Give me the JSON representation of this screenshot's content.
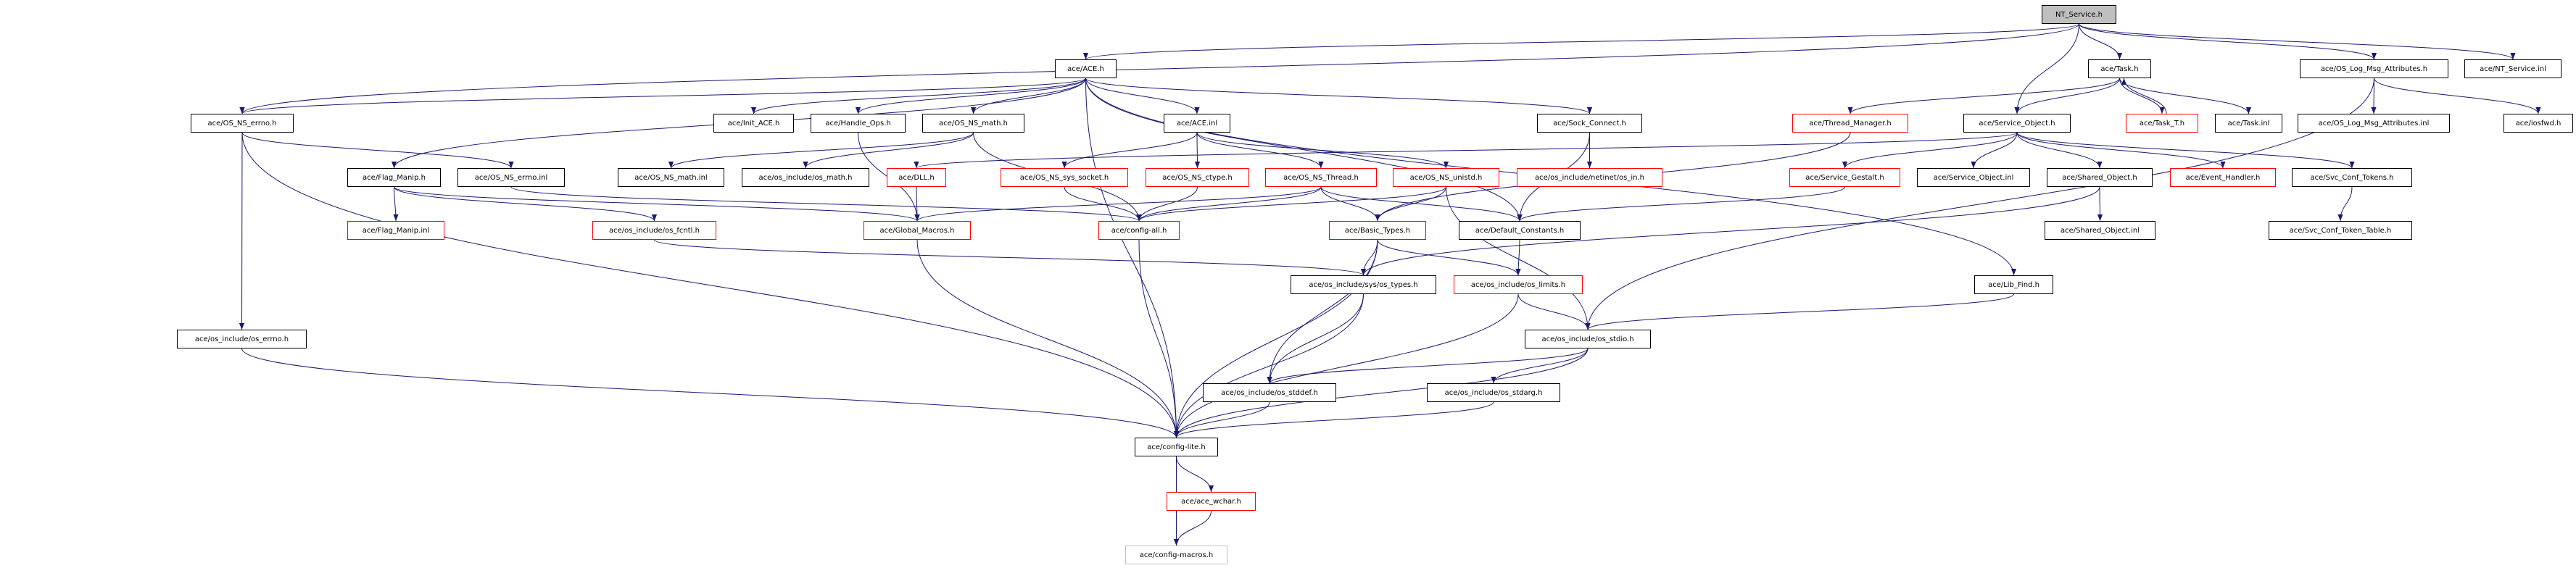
{
  "graph": {
    "edge_color": "#191970",
    "colors": {
      "normal_border": "#000000",
      "truncated_border": "#ff0000",
      "external_border": "#bfbfbf",
      "root_fill": "#bfbfbf"
    },
    "nodes": [
      {
        "id": "nt_service_h",
        "label": "NT_Service.h",
        "style": "root"
      },
      {
        "id": "ace_h",
        "label": "ace/ACE.h",
        "style": "normal"
      },
      {
        "id": "task_h",
        "label": "ace/Task.h",
        "style": "normal"
      },
      {
        "id": "os_log_h",
        "label": "ace/OS_Log_Msg_Attributes.h",
        "style": "normal"
      },
      {
        "id": "nt_service_inl",
        "label": "ace/NT_Service.inl",
        "style": "normal"
      },
      {
        "id": "os_ns_errno_h",
        "label": "ace/OS_NS_errno.h",
        "style": "normal"
      },
      {
        "id": "init_ace_h",
        "label": "ace/Init_ACE.h",
        "style": "normal"
      },
      {
        "id": "handle_ops_h",
        "label": "ace/Handle_Ops.h",
        "style": "normal"
      },
      {
        "id": "os_ns_math_h",
        "label": "ace/OS_NS_math.h",
        "style": "normal"
      },
      {
        "id": "ace_inl",
        "label": "ace/ACE.inl",
        "style": "normal"
      },
      {
        "id": "sock_connect_h",
        "label": "ace/Sock_Connect.h",
        "style": "normal"
      },
      {
        "id": "thread_manager_h",
        "label": "ace/Thread_Manager.h",
        "style": "red"
      },
      {
        "id": "service_object_h",
        "label": "ace/Service_Object.h",
        "style": "normal"
      },
      {
        "id": "task_t_h",
        "label": "ace/Task_T.h",
        "style": "red"
      },
      {
        "id": "task_inl",
        "label": "ace/Task.inl",
        "style": "normal"
      },
      {
        "id": "os_log_inl",
        "label": "ace/OS_Log_Msg_Attributes.inl",
        "style": "normal"
      },
      {
        "id": "iosfwd_h",
        "label": "ace/iosfwd.h",
        "style": "normal"
      },
      {
        "id": "flag_manip_h",
        "label": "ace/Flag_Manip.h",
        "style": "normal"
      },
      {
        "id": "os_ns_errno_inl",
        "label": "ace/OS_NS_errno.inl",
        "style": "normal"
      },
      {
        "id": "os_ns_math_inl",
        "label": "ace/OS_NS_math.inl",
        "style": "normal"
      },
      {
        "id": "os_math_h",
        "label": "ace/os_include/os_math.h",
        "style": "normal"
      },
      {
        "id": "dll_h",
        "label": "ace/DLL.h",
        "style": "red"
      },
      {
        "id": "os_ns_sys_socket_h",
        "label": "ace/OS_NS_sys_socket.h",
        "style": "red"
      },
      {
        "id": "os_ns_ctype_h",
        "label": "ace/OS_NS_ctype.h",
        "style": "red"
      },
      {
        "id": "os_ns_thread_h",
        "label": "ace/OS_NS_Thread.h",
        "style": "red"
      },
      {
        "id": "os_ns_unistd_h",
        "label": "ace/OS_NS_unistd.h",
        "style": "red"
      },
      {
        "id": "os_in_h",
        "label": "ace/os_include/netinet/os_in.h",
        "style": "red"
      },
      {
        "id": "service_gestalt_h",
        "label": "ace/Service_Gestalt.h",
        "style": "red"
      },
      {
        "id": "service_object_inl",
        "label": "ace/Service_Object.inl",
        "style": "normal"
      },
      {
        "id": "shared_object_h",
        "label": "ace/Shared_Object.h",
        "style": "normal"
      },
      {
        "id": "event_handler_h",
        "label": "ace/Event_Handler.h",
        "style": "red"
      },
      {
        "id": "svc_conf_tokens_h",
        "label": "ace/Svc_Conf_Tokens.h",
        "style": "normal"
      },
      {
        "id": "flag_manip_inl",
        "label": "ace/Flag_Manip.inl",
        "style": "red"
      },
      {
        "id": "os_fcntl_h",
        "label": "ace/os_include/os_fcntl.h",
        "style": "red"
      },
      {
        "id": "global_macros_h",
        "label": "ace/Global_Macros.h",
        "style": "red"
      },
      {
        "id": "config_all_h",
        "label": "ace/config-all.h",
        "style": "red"
      },
      {
        "id": "basic_types_h",
        "label": "ace/Basic_Types.h",
        "style": "red"
      },
      {
        "id": "default_constants_h",
        "label": "ace/Default_Constants.h",
        "style": "normal"
      },
      {
        "id": "shared_object_inl",
        "label": "ace/Shared_Object.inl",
        "style": "normal"
      },
      {
        "id": "svc_conf_token_table_h",
        "label": "ace/Svc_Conf_Token_Table.h",
        "style": "normal"
      },
      {
        "id": "os_types_h",
        "label": "ace/os_include/sys/os_types.h",
        "style": "normal"
      },
      {
        "id": "os_limits_h",
        "label": "ace/os_include/os_limits.h",
        "style": "red"
      },
      {
        "id": "lib_find_h",
        "label": "ace/Lib_Find.h",
        "style": "normal"
      },
      {
        "id": "os_errno_h",
        "label": "ace/os_include/os_errno.h",
        "style": "normal"
      },
      {
        "id": "os_stdio_h",
        "label": "ace/os_include/os_stdio.h",
        "style": "normal"
      },
      {
        "id": "os_stddef_h",
        "label": "ace/os_include/os_stddef.h",
        "style": "normal"
      },
      {
        "id": "os_stdarg_h",
        "label": "ace/os_include/os_stdarg.h",
        "style": "normal"
      },
      {
        "id": "config_lite_h",
        "label": "ace/config-lite.h",
        "style": "normal"
      },
      {
        "id": "ace_wchar_h",
        "label": "ace/ace_wchar.h",
        "style": "red"
      },
      {
        "id": "config_macros_h",
        "label": "ace/config-macros.h",
        "style": "gray"
      }
    ],
    "edges": [
      [
        "nt_service_h",
        "ace_h"
      ],
      [
        "nt_service_h",
        "os_ns_errno_h"
      ],
      [
        "nt_service_h",
        "task_h"
      ],
      [
        "nt_service_h",
        "service_object_h"
      ],
      [
        "nt_service_h",
        "os_log_h"
      ],
      [
        "nt_service_h",
        "nt_service_inl"
      ],
      [
        "ace_h",
        "init_ace_h"
      ],
      [
        "ace_h",
        "handle_ops_h"
      ],
      [
        "ace_h",
        "os_ns_math_h"
      ],
      [
        "ace_h",
        "ace_inl"
      ],
      [
        "ace_h",
        "sock_connect_h"
      ],
      [
        "ace_h",
        "flag_manip_h"
      ],
      [
        "ace_h",
        "config_lite_h"
      ],
      [
        "ace_h",
        "default_constants_h"
      ],
      [
        "ace_h",
        "lib_find_h"
      ],
      [
        "ace_h",
        "os_ns_errno_h"
      ],
      [
        "os_ns_errno_h",
        "os_ns_errno_inl"
      ],
      [
        "os_ns_errno_h",
        "os_errno_h"
      ],
      [
        "os_ns_errno_h",
        "config_lite_h"
      ],
      [
        "flag_manip_h",
        "flag_manip_inl"
      ],
      [
        "flag_manip_h",
        "os_fcntl_h"
      ],
      [
        "flag_manip_h",
        "global_macros_h"
      ],
      [
        "os_ns_errno_inl",
        "config_all_h"
      ],
      [
        "handle_ops_h",
        "global_macros_h"
      ],
      [
        "os_ns_math_h",
        "os_ns_math_inl"
      ],
      [
        "os_ns_math_h",
        "os_math_h"
      ],
      [
        "os_ns_math_h",
        "config_all_h"
      ],
      [
        "ace_inl",
        "os_ns_sys_socket_h"
      ],
      [
        "ace_inl",
        "os_ns_ctype_h"
      ],
      [
        "ace_inl",
        "os_ns_thread_h"
      ],
      [
        "ace_inl",
        "os_ns_unistd_h"
      ],
      [
        "sock_connect_h",
        "os_in_h"
      ],
      [
        "sock_connect_h",
        "default_constants_h"
      ],
      [
        "dll_h",
        "global_macros_h"
      ],
      [
        "os_ns_sys_socket_h",
        "config_all_h"
      ],
      [
        "os_ns_ctype_h",
        "config_all_h"
      ],
      [
        "os_ns_thread_h",
        "global_macros_h"
      ],
      [
        "os_ns_thread_h",
        "config_all_h"
      ],
      [
        "os_ns_thread_h",
        "basic_types_h"
      ],
      [
        "os_ns_thread_h",
        "default_constants_h"
      ],
      [
        "os_ns_unistd_h",
        "config_all_h"
      ],
      [
        "os_ns_unistd_h",
        "basic_types_h"
      ],
      [
        "os_ns_unistd_h",
        "os_stdio_h"
      ],
      [
        "os_fcntl_h",
        "os_types_h"
      ],
      [
        "global_macros_h",
        "config_lite_h"
      ],
      [
        "config_all_h",
        "config_lite_h"
      ],
      [
        "basic_types_h",
        "os_types_h"
      ],
      [
        "basic_types_h",
        "os_limits_h"
      ],
      [
        "basic_types_h",
        "config_lite_h"
      ],
      [
        "basic_types_h",
        "os_stddef_h"
      ],
      [
        "default_constants_h",
        "os_limits_h"
      ],
      [
        "os_types_h",
        "os_stddef_h"
      ],
      [
        "os_types_h",
        "config_lite_h"
      ],
      [
        "os_limits_h",
        "os_stdio_h"
      ],
      [
        "os_limits_h",
        "config_lite_h"
      ],
      [
        "os_stdio_h",
        "os_stddef_h"
      ],
      [
        "os_stdio_h",
        "os_stdarg_h"
      ],
      [
        "os_stdio_h",
        "config_lite_h"
      ],
      [
        "os_stddef_h",
        "config_lite_h"
      ],
      [
        "os_stdarg_h",
        "config_lite_h"
      ],
      [
        "os_errno_h",
        "config_lite_h"
      ],
      [
        "config_lite_h",
        "ace_wchar_h"
      ],
      [
        "config_lite_h",
        "config_macros_h"
      ],
      [
        "ace_wchar_h",
        "config_macros_h"
      ],
      [
        "task_h",
        "thread_manager_h"
      ],
      [
        "task_h",
        "service_object_h"
      ],
      [
        "task_h",
        "task_t_h"
      ],
      [
        "task_h",
        "task_inl"
      ],
      [
        "task_t_h",
        "task_h"
      ],
      [
        "thread_manager_h",
        "basic_types_h"
      ],
      [
        "service_object_h",
        "dll_h"
      ],
      [
        "service_object_h",
        "service_gestalt_h"
      ],
      [
        "service_object_h",
        "service_object_inl"
      ],
      [
        "service_object_h",
        "shared_object_h"
      ],
      [
        "service_object_h",
        "event_handler_h"
      ],
      [
        "service_object_h",
        "svc_conf_tokens_h"
      ],
      [
        "service_gestalt_h",
        "default_constants_h"
      ],
      [
        "shared_object_h",
        "shared_object_inl"
      ],
      [
        "shared_object_h",
        "os_types_h"
      ],
      [
        "svc_conf_tokens_h",
        "svc_conf_token_table_h"
      ],
      [
        "os_log_h",
        "os_log_inl"
      ],
      [
        "os_log_h",
        "iosfwd_h"
      ],
      [
        "os_log_h",
        "os_stdio_h"
      ],
      [
        "lib_find_h",
        "os_stdio_h"
      ]
    ]
  }
}
